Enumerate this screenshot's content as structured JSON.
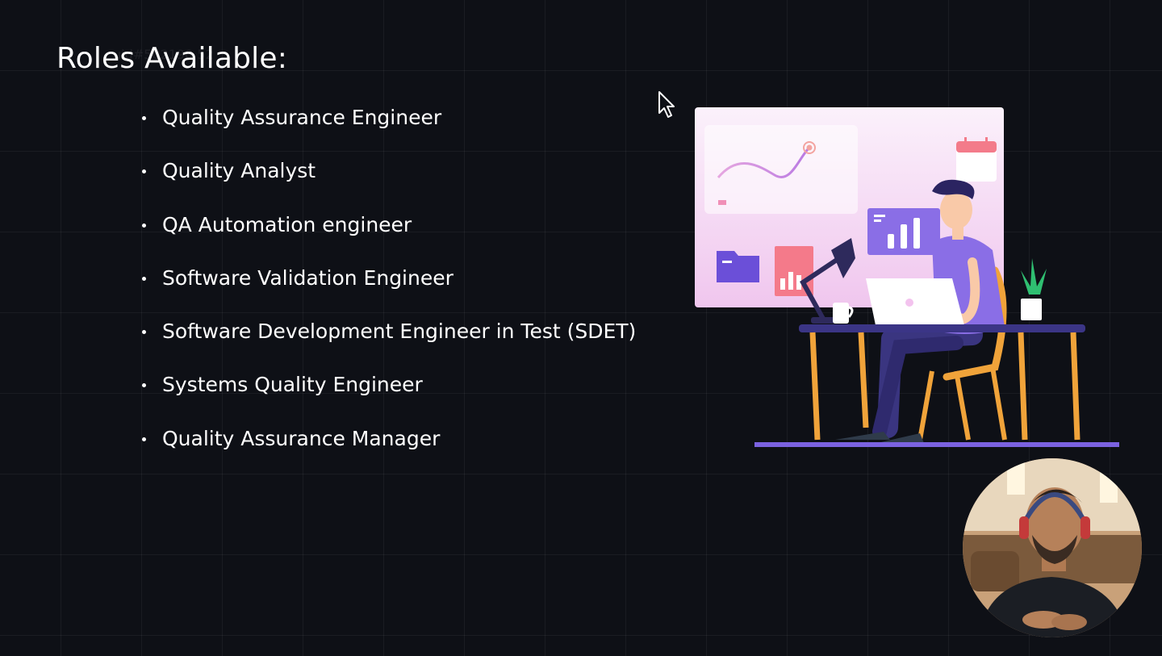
{
  "slide": {
    "watermark": "uid#502190 52",
    "title": "Roles Available:",
    "roles": [
      "Quality Assurance Engineer",
      "Quality Analyst",
      "QA Automation engineer",
      "Software Validation Engineer",
      "Software Development Engineer in Test (SDET)",
      "Systems Quality Engineer",
      "Quality Assurance Manager"
    ]
  },
  "icons": {
    "cursor": "mouse-pointer-icon",
    "illustration": "person-working-at-desk-illustration",
    "webcam": "presenter-webcam-video"
  },
  "colors": {
    "background": "#0e1016",
    "text": "#ffffff",
    "accent_purple": "#7b62e0",
    "accent_orange": "#f0a33a"
  }
}
